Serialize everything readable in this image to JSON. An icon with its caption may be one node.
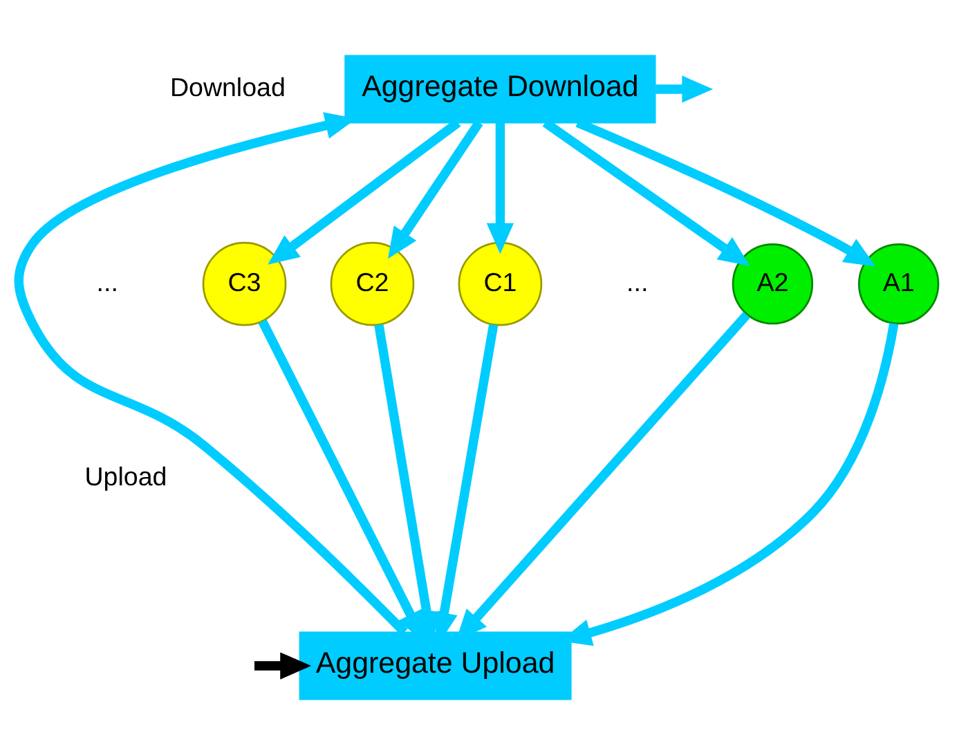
{
  "diagram": {
    "nodes": [
      {
        "text": [
          "Aggregate Download"
        ]
      },
      {
        "text": [
          "Aggregate Upload"
        ]
      },
      {
        "text": [
          "C3"
        ]
      },
      {
        "text": [
          "C2"
        ]
      },
      {
        "text": [
          "C1"
        ]
      },
      {
        "text": [
          "A2"
        ]
      },
      {
        "text": [
          "A1"
        ]
      }
    ],
    "edges": [
      {
        "from": 0,
        "to": 2,
        "arrow": "to"
      },
      {
        "from": 0,
        "to": 3,
        "arrow": "to"
      },
      {
        "from": 0,
        "to": 4,
        "arrow": "to"
      },
      {
        "from": 0,
        "to": 5,
        "arrow": "to"
      },
      {
        "from": 0,
        "to": 6,
        "arrow": "to"
      },
      {
        "from": 2,
        "to": 1,
        "arrow": "to"
      },
      {
        "from": 3,
        "to": 1,
        "arrow": "to"
      },
      {
        "from": 4,
        "to": 1,
        "arrow": "to"
      },
      {
        "from": 5,
        "to": 1,
        "arrow": "to"
      },
      {
        "from": 6,
        "to": 1,
        "arrow": "to"
      },
      {
        "from": 1,
        "to": 0,
        "arrow": "to"
      },
      {
        "from": 0,
        "to": null,
        "arrow": "to"
      },
      {
        "from": null,
        "to": 1,
        "arrow": "to",
        "color": "#000000"
      }
    ],
    "labels": [
      "Download",
      "...",
      "...",
      "Upload"
    ]
  }
}
